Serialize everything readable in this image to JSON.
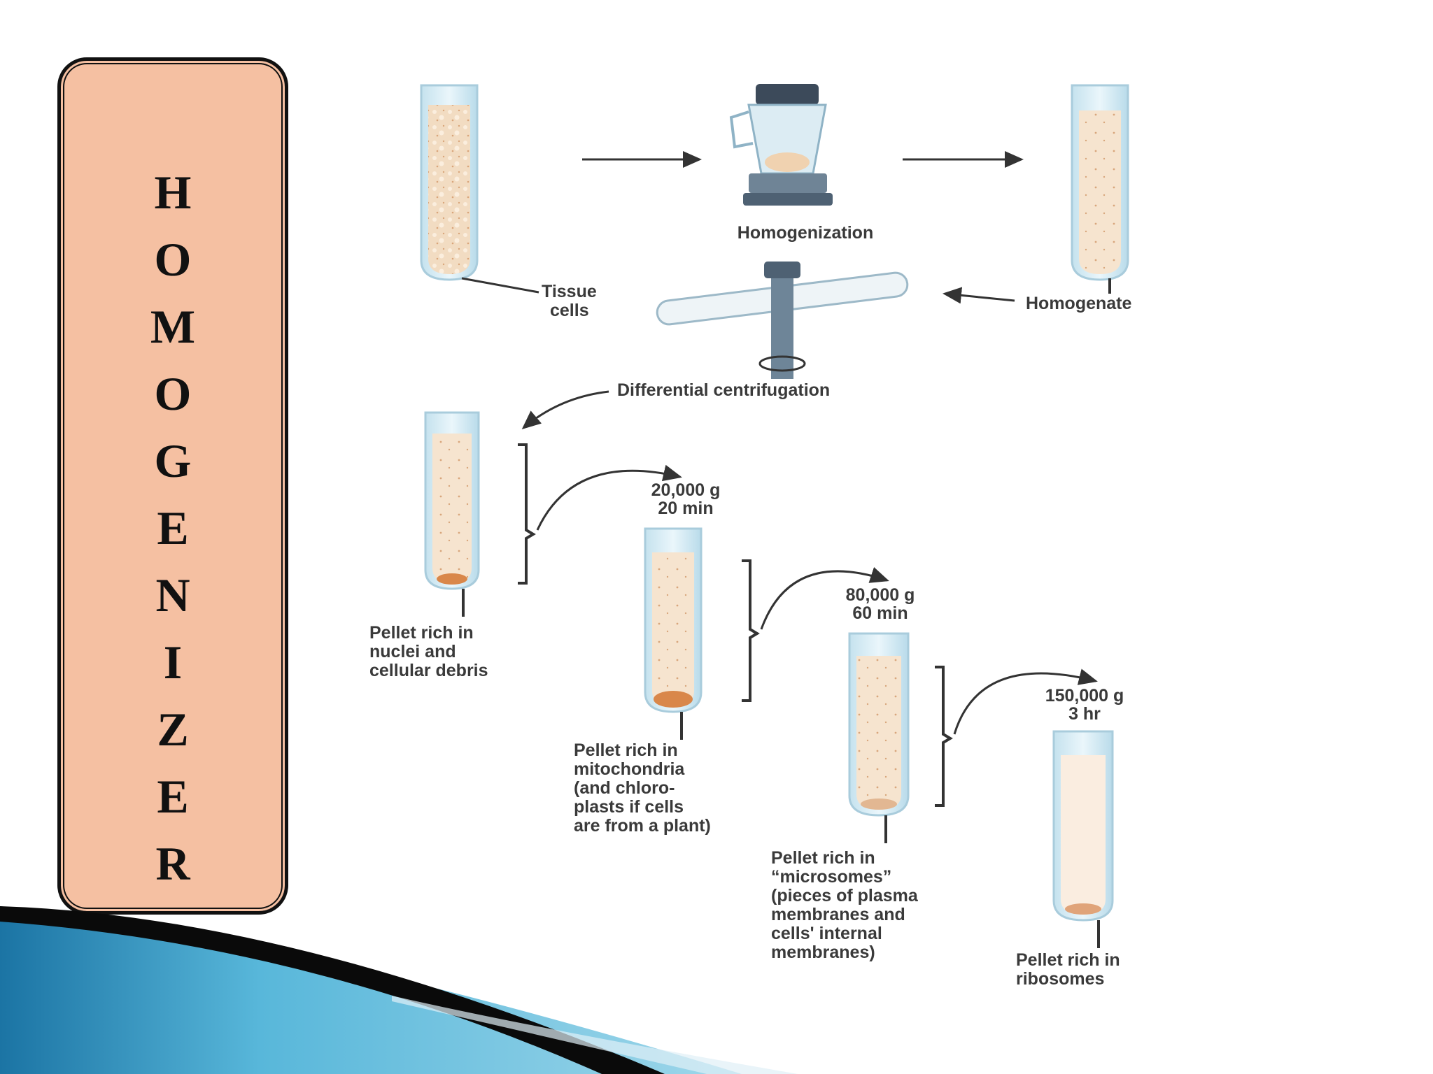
{
  "title_letters": [
    "H",
    "O",
    "M",
    "O",
    "G",
    "E",
    "N",
    "I",
    "Z",
    "E",
    "R"
  ],
  "labels": {
    "homogenization": "Homogenization",
    "tissue_cells_1": "Tissue",
    "tissue_cells_2": "cells",
    "homogenate": "Homogenate",
    "differential_centrifugation": "Differential centrifugation",
    "step1_g": "20,000 g",
    "step1_time": "20 min",
    "step2_g": "80,000 g",
    "step2_time": "60 min",
    "step3_g": "150,000 g",
    "step3_time": "3 hr",
    "pellet1": [
      "Pellet rich in",
      "nuclei and",
      "cellular debris"
    ],
    "pellet2": [
      "Pellet rich in",
      "mitochondria",
      "(and chloro-",
      "plasts if cells",
      "are from a plant)"
    ],
    "pellet3": [
      "Pellet rich in",
      "“microsomes”",
      "(pieces of plasma",
      "membranes and",
      "cells' internal",
      "membranes)"
    ],
    "pellet4": [
      "Pellet rich in",
      "ribosomes"
    ]
  },
  "colors": {
    "title_fill": "#f5c0a2",
    "tube_fill": "#f3dcc4",
    "pellet": "#d9874a",
    "swoosh_dark": "#111111",
    "swoosh_blue": "#1f7fb0"
  },
  "icons": [
    "test-tube-icon",
    "blender-icon",
    "centrifuge-icon",
    "arrow-icon",
    "bracket-icon"
  ]
}
